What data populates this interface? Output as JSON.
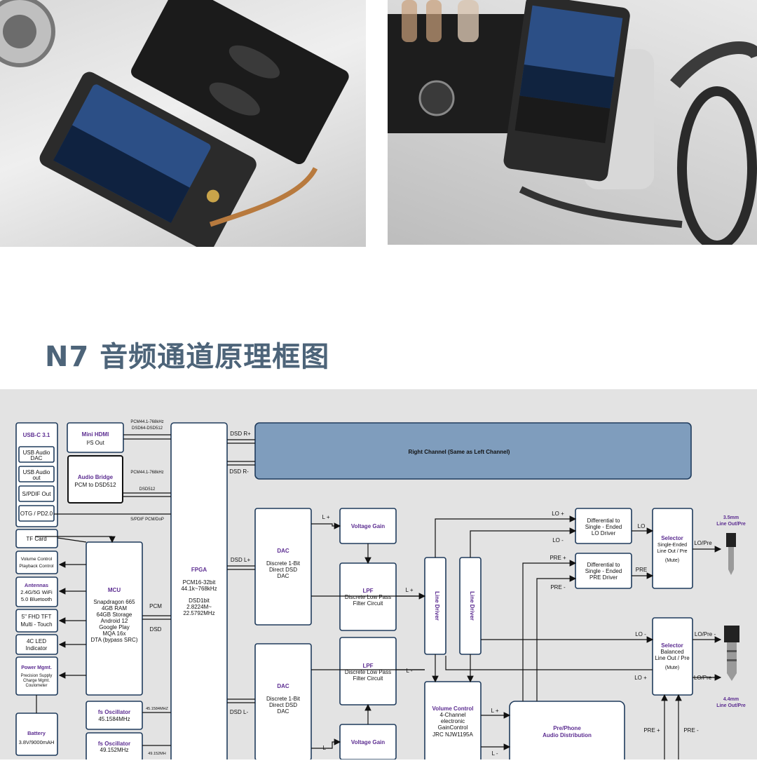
{
  "heading": "N7 音频通道原理框图",
  "diagram": {
    "blue_blocks": {
      "usbc": "USB-C 3.1",
      "antennas": "Antennas",
      "power": "Power Mgmt.",
      "battery": "Battery",
      "mini_hdmi": "Mini HDMI",
      "audio_bridge": "Audio Bridge"
    },
    "left_column": {
      "usb_dac": [
        "USB Audio",
        "DAC"
      ],
      "usb_out": [
        "USB Audio",
        "out"
      ],
      "spdif_out": "S/PDIF Out",
      "otg": "OTG / PD2.0",
      "tf_card": "TF Card",
      "volume_control": [
        "Volume Control",
        "Playback Control"
      ],
      "antennas_detail": [
        "2.4G/5G WiFi",
        "5.0 Bluetooth"
      ],
      "display": [
        "5\" FHD TFT",
        "Multi - Touch"
      ],
      "led": [
        "4C LED",
        "Indicator"
      ],
      "power_detail": [
        "Precision Supply",
        "Charge Mgmt.",
        "Coulometer"
      ],
      "battery_detail": "3.8V/9000mAH"
    },
    "mini_hdmi_detail": "I²S Out",
    "audio_bridge_detail": "PCM to DSD512",
    "signal_labels": {
      "pcm_top": "PCM44.1-768kHz",
      "dsd_top": "DSD64-DSD512",
      "pcm_bridge": "PCM44.1-768kHz",
      "dsd512": "DSD512",
      "spdif_pcm": "S/PDIF PCM/DoP",
      "pcm": "PCM",
      "dsd": "DSD",
      "osc1_freq": "45.1584MHZ",
      "osc2_freq": "49.152MH",
      "dsd_r_plus": "DSD R+",
      "dsd_r_minus": "DSD R-",
      "dsd_l_plus": "DSD L+",
      "dsd_l_minus": "DSD L-"
    },
    "mcu": {
      "title": "MCU",
      "lines": [
        "Snapdragon 665",
        "4GB RAM",
        "64GB Storage",
        "Android 12",
        "Google Play",
        "MQA 16x",
        "DTA (bypass SRC)"
      ]
    },
    "oscillators": [
      {
        "title": "fs Oscillator",
        "freq": "45.1584MHz"
      },
      {
        "title": "fs Oscillator",
        "freq": "49.152MHz"
      }
    ],
    "fpga": {
      "title": "FPGA",
      "lines": [
        "PCM16-32bit",
        "44.1k~768kHz",
        "",
        "DSD1bit",
        "2.8224M~",
        "22.5792MHz"
      ]
    },
    "right_channel": "Right Channel (Same as Left Channel)",
    "dac": {
      "title": "DAC",
      "lines": [
        "Discrete 1-Bit",
        "Direct DSD",
        "DAC"
      ]
    },
    "voltage_gain": "Voltage Gain",
    "lpf": {
      "title": "LPF",
      "lines": [
        "Discrete Low Pass",
        "Filter Circuit"
      ]
    },
    "line_driver": "Line Driver",
    "volume_block": {
      "title": "Volume Control",
      "lines": [
        "4-Channel",
        "electronic",
        "GainControl",
        "JRC NJW1195A"
      ]
    },
    "pre_phone": {
      "title": "Pre/Phone",
      "sub": "Audio Distribution"
    },
    "diff_lo": [
      "Differential to",
      "Single - Ended",
      "LO Driver"
    ],
    "diff_pre": [
      "Differential to",
      "Single - Ended",
      "PRE Driver"
    ],
    "selector_se": {
      "title": "Selector",
      "lines": [
        "Single-Ended",
        "Line Out / Pre",
        "(Mute)"
      ]
    },
    "selector_bal": {
      "title": "Selector",
      "lines": [
        "Balanced",
        "Line Out / Pre",
        "(Mute)"
      ]
    },
    "outputs": {
      "se": [
        "3.5mm",
        "Line Out/Pre"
      ],
      "bal": [
        "4.4mm",
        "Line Out/Pre"
      ]
    },
    "wire_labels": {
      "l_plus": "L +",
      "l_minus": "L -",
      "lo_plus": "LO +",
      "lo_minus": "LO -",
      "pre_plus": "PRE +",
      "pre_minus": "PRE -",
      "lo": "LO",
      "pre": "PRE",
      "lo_pre": "LO/Pre",
      "lo_pre_minus": "LO/Pre -",
      "lo_pre_plus": "LO/Pre +"
    },
    "colors": {
      "accent": "#5c2d91",
      "block_stroke": "#1f3b5c",
      "right_channel_fill": "#7f9dbd",
      "bg": "#e3e3e3"
    }
  }
}
